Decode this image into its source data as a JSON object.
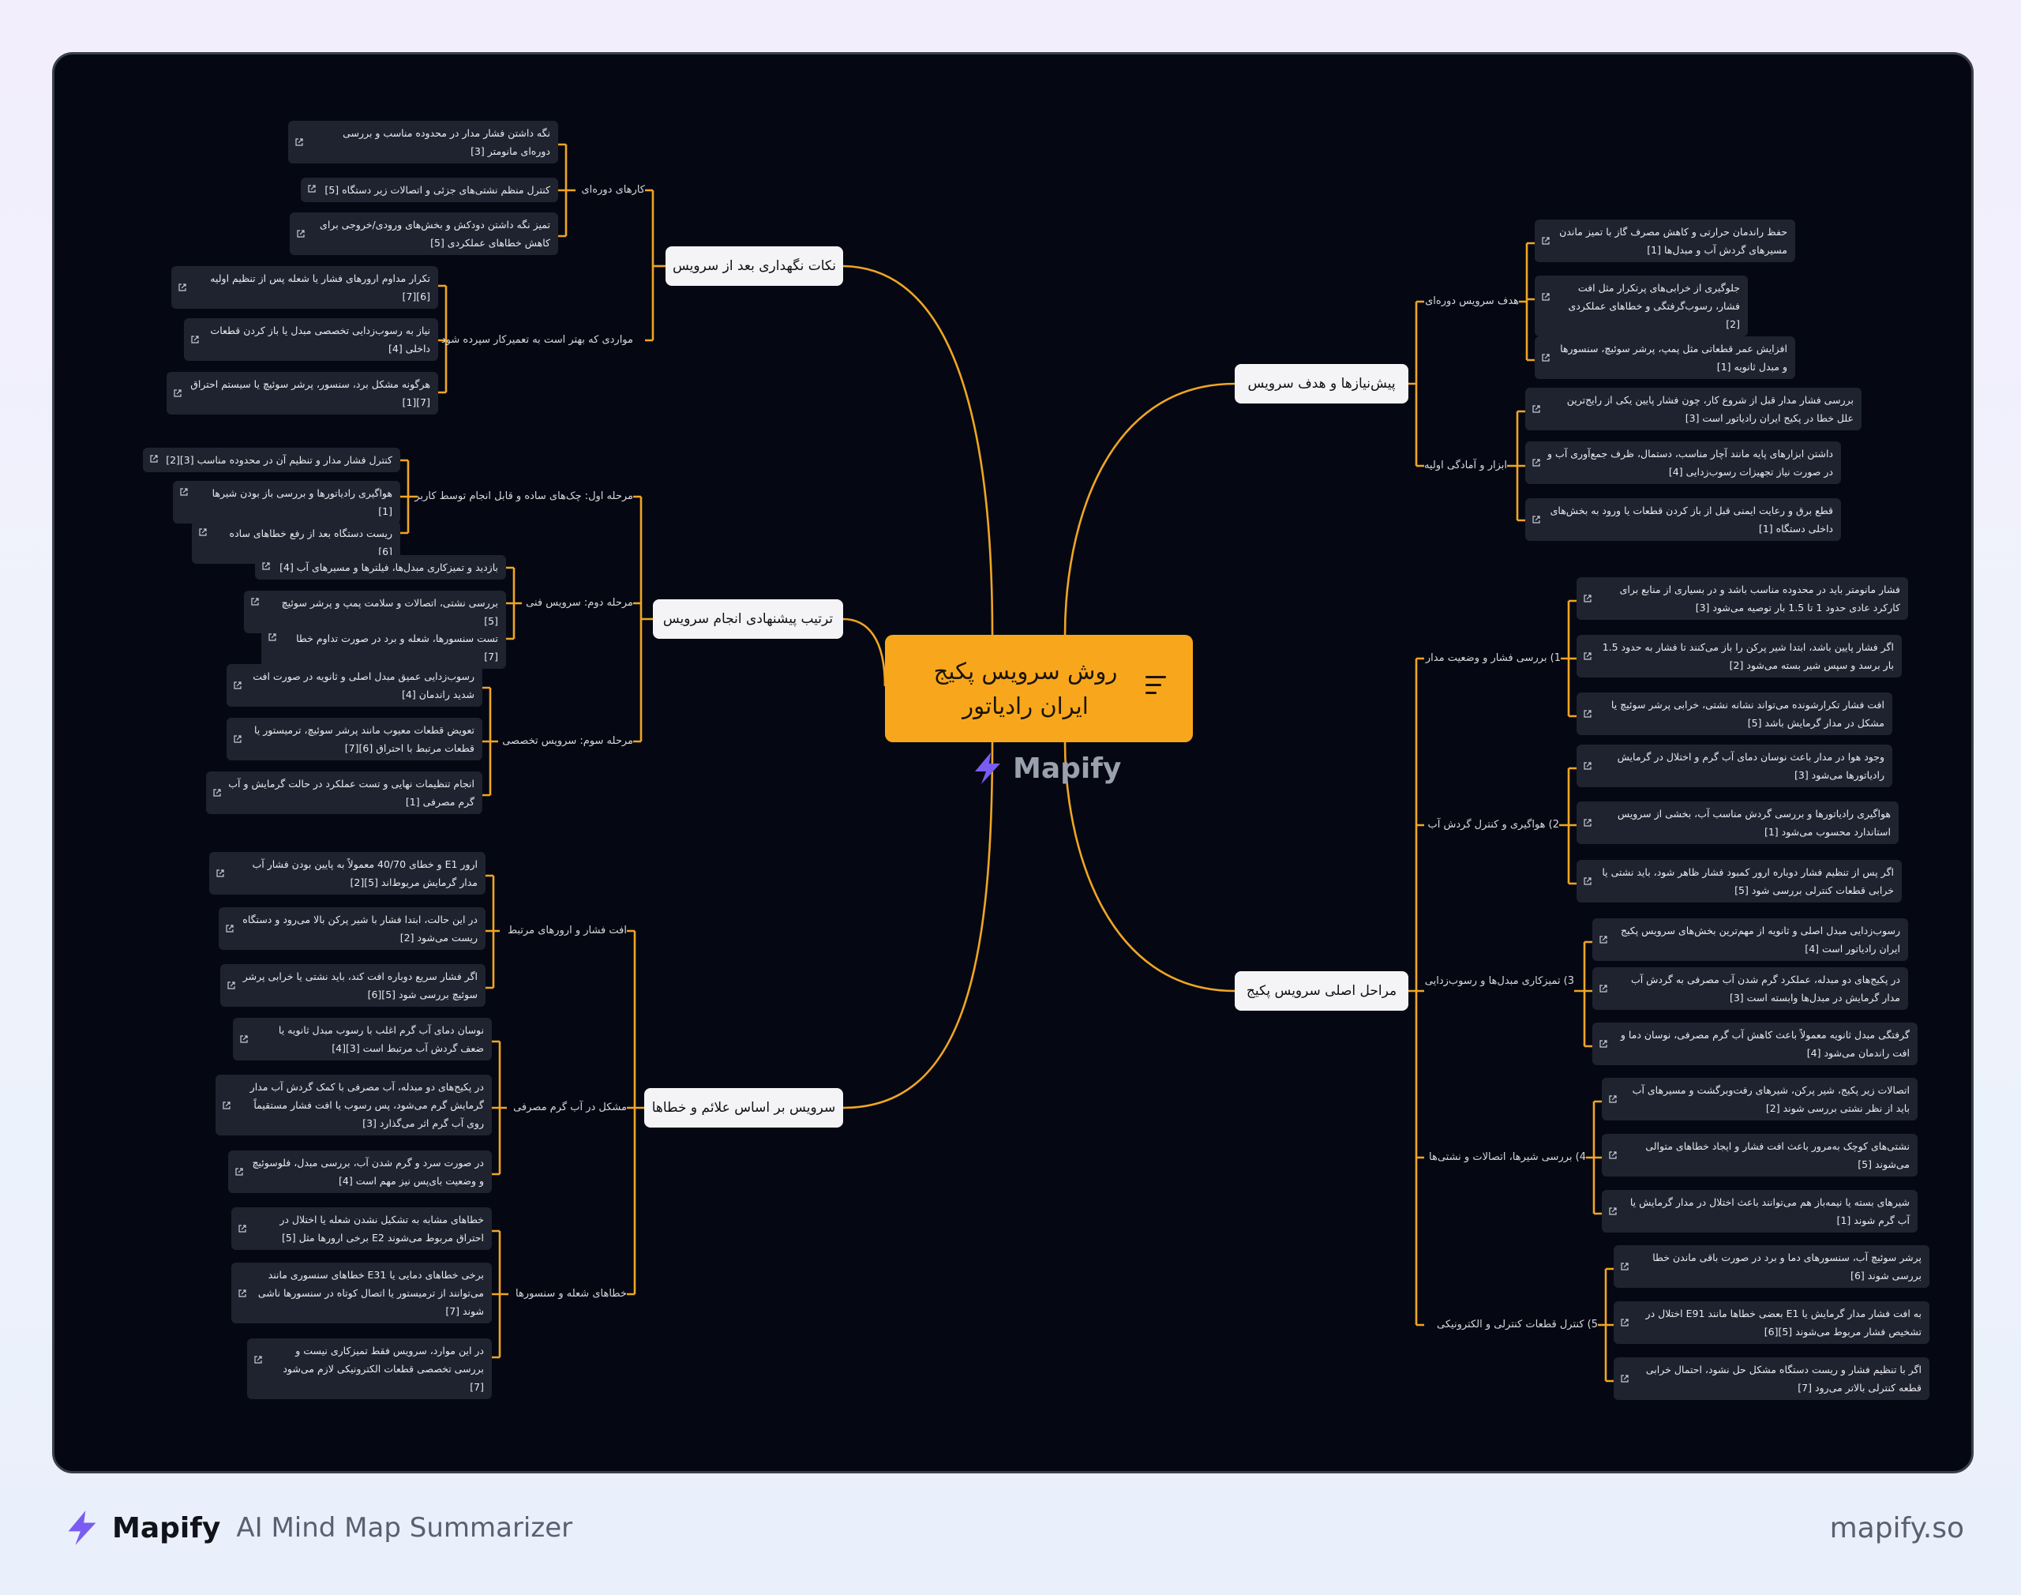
{
  "root": {
    "title": "روش سرویس پکیج ایران رادیاتور"
  },
  "watermark": "Mapify",
  "branches": {
    "maintenance": {
      "title": "نکات نگهداری بعد از سرویس",
      "periodic": {
        "label": "کارهای دوره‌ای",
        "leaves": [
          "نگه داشتن فشار مدار در محدوده مناسب و بررسی دوره‌ای مانومتر [3]",
          "کنترل منظم نشتی‌های جزئی و اتصالات زیر دستگاه [5]",
          "تمیز نگه داشتن دودکش و بخش‌های ورودی/خروجی برای کاهش خطاهای عملکردی [5]"
        ]
      },
      "technician": {
        "label": "مواردی که بهتر است به تعمیرکار سپرده شود",
        "leaves": [
          "تکرار مداوم ارورهای فشار یا شعله پس از تنظیم اولیه [6][7]",
          "نیاز به رسوب‌زدایی تخصصی مبدل یا باز کردن قطعات داخلی [4]",
          "هرگونه مشکل برد، سنسور، پرشر سوئیچ یا سیستم احتراق [7][1]"
        ]
      }
    },
    "order": {
      "title": "ترتیب پیشنهادی انجام سرویس",
      "step1": {
        "label": "مرحله اول: چک‌های ساده و قابل انجام توسط کاربر",
        "leaves": [
          "کنترل فشار مدار و تنظیم آن در محدوده مناسب [3][2]",
          "هواگیری رادیاتورها و بررسی باز بودن شیرها [1]",
          "ریست دستگاه بعد از رفع خطاهای ساده [6]"
        ]
      },
      "step2": {
        "label": "مرحله دوم: سرویس فنی",
        "leaves": [
          "بازدید و تمیزکاری مبدل‌ها، فیلترها و مسیرهای آب [4]",
          "بررسی نشتی، اتصالات و سلامت پمپ و پرشر سوئیچ [5]",
          "تست سنسورها، شعله و برد در صورت تداوم خطا [7]"
        ]
      },
      "step3": {
        "label": "مرحله سوم: سرویس تخصصی",
        "leaves": [
          "رسوب‌زدایی عمیق مبدل اصلی و ثانویه در صورت افت شدید راندمان [4]",
          "تعویض قطعات معیوب مانند پرشر سوئیچ، ترمیستور یا قطعات مرتبط با احتراق [6][7]",
          "انجام تنظیمات نهایی و تست عملکرد در حالت گرمایش و آب گرم مصرفی [1]"
        ]
      }
    },
    "symptoms": {
      "title": "سرویس بر اساس علائم و خطاها",
      "pressure": {
        "label": "افت فشار و ارورهای مرتبط",
        "leaves": [
          "ارور E1 و خطای 40/70 معمولاً به پایین بودن فشار آب مدار گرمایش مربوط‌اند [5][2]",
          "در این حالت، ابتدا فشار با شیر پرکن بالا می‌رود و دستگاه ریست می‌شود [2]",
          "اگر فشار سریع دوباره افت کند، باید نشتی یا خرابی پرشر سوئیچ بررسی شود [5][6]"
        ]
      },
      "hotwater": {
        "label": "مشکل در آب گرم مصرفی",
        "leaves": [
          "نوسان دمای آب گرم اغلب با رسوب مبدل ثانویه یا ضعف گردش آب مرتبط است [3][4]",
          "در پکیج‌های دو مبدله، آب مصرفی با کمک گردش آب مدار گرمایش گرم می‌شود، پس رسوب یا افت فشار مستقیماً روی آب گرم اثر می‌گذارد [3]",
          "در صورت سرد و گرم شدن آب، بررسی مبدل، فلوسوئیچ و وضعیت بای‌پس نیز مهم است [4]"
        ]
      },
      "flame": {
        "label": "خطاهای شعله و سنسورها",
        "leaves": [
          "خطاهای مشابه به تشکیل نشدن شعله یا اختلال در احتراق مربوط می‌شوند E2 برخی ارورها مثل [5]",
          "برخی خطاهای دمایی یا E31 خطاهای سنسوری مانند می‌توانند از ترمیستور یا اتصال کوتاه در سنسورها ناشی شوند [7]",
          "در این موارد، سرویس فقط تمیزکاری نیست و بررسی تخصصی قطعات الکترونیکی لازم می‌شود [7]"
        ]
      }
    },
    "prereq": {
      "title": "پیش‌نیازها و هدف سرویس",
      "goal": {
        "label": "هدف سرویس دوره‌ای",
        "leaves": [
          "حفظ راندمان حرارتی و کاهش مصرف گاز با تمیز ماندن مسیرهای گردش آب و مبدل‌ها [1]",
          "جلوگیری از خرابی‌های پرتکرار مثل افت فشار، رسوب‌گرفتگی و خطاهای عملکردی [2]",
          "افزایش عمر قطعاتی مثل پمپ، پرشر سوئیچ، سنسورها و مبدل ثانویه [1]"
        ]
      },
      "tools": {
        "label": "ابزار و آمادگی اولیه",
        "leaves": [
          "بررسی فشار مدار قبل از شروع کار، چون فشار پایین یکی از رایج‌ترین علل خطا در پکیج ایران رادیاتور است [3]",
          "داشتن ابزارهای پایه مانند آچار مناسب، دستمال، ظرف جمع‌آوری آب و در صورت نیاز تجهیزات رسوب‌زدایی [4]",
          "قطع برق و رعایت ایمنی قبل از باز کردن قطعات یا ورود به بخش‌های داخلی دستگاه [1]"
        ]
      }
    },
    "main": {
      "title": "مراحل اصلی سرویس پکیج",
      "s1": {
        "label": "1) بررسی فشار و وضعیت مدار",
        "leaves": [
          "فشار مانومتر باید در محدوده مناسب باشد و در بسیاری از منابع برای کارکرد عادی حدود 1 تا 1.5 بار توصیه می‌شود [3]",
          "اگر فشار پایین باشد، ابتدا شیر پرکن را باز می‌کنند تا فشار به حدود 1.5 بار برسد و سپس شیر بسته می‌شود [2]",
          "افت فشار تکرارشونده می‌تواند نشانه نشتی، خرابی پرشر سوئیچ یا مشکل در مدار گرمایش باشد [5]"
        ]
      },
      "s2": {
        "label": "2) هواگیری و کنترل گردش آب",
        "leaves": [
          "وجود هوا در مدار باعث نوسان دمای آب گرم و اختلال در گرمایش رادیاتورها می‌شود [3]",
          "هواگیری رادیاتورها و بررسی گردش مناسب آب، بخشی از سرویس استاندارد محسوب می‌شود [1]",
          "اگر پس از تنظیم فشار دوباره ارور کمبود فشار ظاهر شود، باید نشتی یا خرابی قطعات کنترلی بررسی شود [5]"
        ]
      },
      "s3": {
        "label": "3) تمیزکاری مبدل‌ها و رسوب‌زدایی",
        "leaves": [
          "رسوب‌زدایی مبدل اصلی و ثانویه از مهم‌ترین بخش‌های سرویس پکیج ایران رادیاتور است [4]",
          "در پکیج‌های دو مبدله، عملکرد گرم شدن آب مصرفی به گردش آب مدار گرمایش در مبدل‌ها وابسته است [3]",
          "گرفتگی مبدل ثانویه معمولاً باعث کاهش آب گرم مصرفی، نوسان دما و افت راندمان می‌شود [4]"
        ]
      },
      "s4": {
        "label": "4) بررسی شیرها، اتصالات و نشتی‌ها",
        "leaves": [
          "اتصالات زیر پکیج، شیر پرکن، شیرهای رفت‌وبرگشت و مسیرهای آب باید از نظر نشتی بررسی شوند [2]",
          "نشتی‌های کوچک به‌مرور باعث افت فشار و ایجاد خطاهای متوالی می‌شوند [5]",
          "شیرهای بسته یا نیمه‌باز هم می‌توانند باعث اختلال در مدار گرمایش یا آب گرم شوند [1]"
        ]
      },
      "s5": {
        "label": "5) کنترل قطعات کنترلی و الکترونیکی",
        "leaves": [
          "پرشر سوئیچ آب، سنسورهای دما و برد در صورت باقی ماندن خطا بررسی شوند [6]",
          "به افت فشار مدار گرمایش یا E1 بعضی خطاها مانند E91 اختلال در تشخیص فشار مربوط می‌شوند [5][6]",
          "اگر با تنظیم فشار و ریست دستگاه مشکل حل نشود، احتمال خرابی قطعه کنترلی بالاتر می‌رود [7]"
        ]
      }
    }
  },
  "footer": {
    "brand": "Mapify",
    "tagline": "AI Mind Map Summarizer",
    "url": "mapify.so"
  },
  "colors": {
    "link": "#f0a524",
    "root": "#f8a71c",
    "panel": "#050812",
    "leaf": "#1f2330",
    "accent": "#7b5cf2"
  }
}
